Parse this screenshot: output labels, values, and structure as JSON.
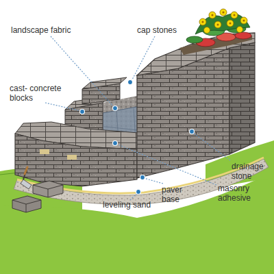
{
  "diagram": {
    "labels": [
      "landscape fabric",
      "cap stones",
      "cast- concrete blocks",
      "drainage stone",
      "masonry adhesive",
      "paver base",
      "leveling sand"
    ]
  }
}
